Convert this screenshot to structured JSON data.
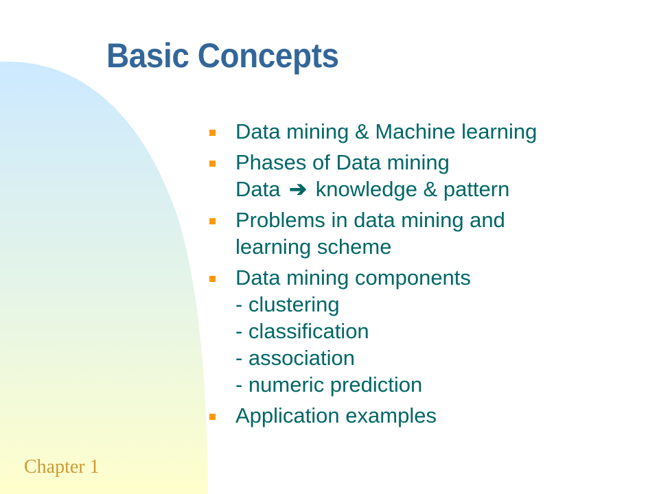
{
  "slide": {
    "title": "Basic Concepts",
    "footer": "Chapter 1",
    "bullets": [
      {
        "lines": [
          "Data mining & Machine learning"
        ]
      },
      {
        "lines": [
          "Phases of Data mining"
        ],
        "arrow_line": {
          "before": "Data",
          "icon": "➔",
          "after": "knowledge & pattern"
        }
      },
      {
        "lines": [
          "Problems in data mining and",
          "learning scheme"
        ]
      },
      {
        "lines": [
          "Data mining components",
          "- clustering",
          "- classification",
          "- association",
          "- numeric prediction"
        ]
      },
      {
        "lines": [
          "Application examples"
        ]
      }
    ]
  },
  "colors": {
    "title": "#336699",
    "body_text": "#006666",
    "bullet_marker": "#ff9900",
    "footer_text": "#cc9933",
    "gradient_top": "#cce9ff",
    "gradient_bottom": "#ffffcc"
  }
}
